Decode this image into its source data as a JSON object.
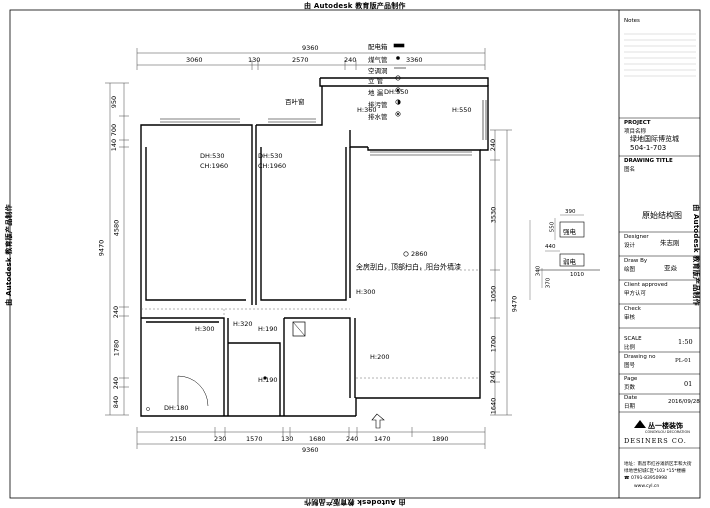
{
  "watermark": "由 Autodesk 教育版产品制作",
  "dims": {
    "top_total": "9360",
    "top_segments": [
      "3060",
      "130",
      "2570",
      "240",
      "3360"
    ],
    "bottom_total": "9360",
    "bottom_segments": [
      "2150",
      "230",
      "1570",
      "130",
      "1680",
      "240",
      "1470",
      "1890"
    ],
    "left_total": "9470",
    "left_segments": [
      "950",
      "700",
      "140",
      "4580",
      "240",
      "1780",
      "240",
      "840"
    ],
    "right_total": "9470",
    "right_segments": [
      "240",
      "3530",
      "1050",
      "1700",
      "240",
      "1640"
    ]
  },
  "room_labels": {
    "baiye": "百叶窗",
    "dh550": "DH:550",
    "h360": "H:360",
    "h550": "H:550",
    "bed1_dh": "DH:530",
    "bed1_ch": "CH:1960",
    "bed2_dh": "DH:530",
    "bed2_ch": "CH:1960",
    "height_mark": "2860",
    "note": "全房刮白，顶部扫白，阳台外墙漆",
    "h300a": "H:300",
    "h300b": "H:300",
    "h320": "H:320",
    "h190a": "H:190",
    "h190b": "H:190",
    "h200": "H:200",
    "dh180": "DH:180"
  },
  "legend": [
    {
      "label": "配电箱",
      "icon": "panel-icon"
    },
    {
      "label": "煤气管",
      "icon": "dot-icon"
    },
    {
      "label": "空调洞",
      "icon": "ac-hole-icon"
    },
    {
      "label": "立  管",
      "icon": "ring-icon"
    },
    {
      "label": "地  漏",
      "icon": "drain-icon"
    },
    {
      "label": "排污管",
      "icon": "half-dot-icon"
    },
    {
      "label": "排水管",
      "icon": "ring-dot-icon"
    }
  ],
  "detail": {
    "w390": "390",
    "h550": "550",
    "label_strong": "强电",
    "w440": "440",
    "label_weak": "弱电",
    "w1010": "1010",
    "h340": "340",
    "h370": "370"
  },
  "title_block": {
    "notes": "Notes",
    "project_en": "PROJECT",
    "project_cn": "项目名称",
    "project_name": "绿地国际博览城",
    "unit": "504-1-703",
    "drawing_title_en": "DRAWING TITLE",
    "drawing_title_cn": "图名",
    "drawing_name": "原始结构图",
    "designer_en": "Designer",
    "designer_cn": "设计",
    "designer_name": "朱志刚",
    "draw_by_en": "Draw By",
    "draw_by_cn": "绘图",
    "draw_by_name": "亚焱",
    "client_en": "Client approved",
    "client_cn": "甲方认可",
    "check_en": "Check",
    "check_cn": "审核",
    "scale_en": "SCALE",
    "scale_cn": "比例",
    "scale_value": "1:50",
    "drawing_no_en": "Drawing no",
    "drawing_no_cn": "图号",
    "drawing_no_value": "PL-01",
    "page_en": "Page",
    "page_cn": "页数",
    "page_value": "01",
    "date_en": "Date",
    "date_cn": "日期",
    "date_value": "2016/09/28",
    "company_cn": "丛一楼装饰",
    "company_en": "CONGYILOU DECORATION",
    "designers": "DESINERS CO.",
    "address1": "地址：南昌市红谷滩新区丰和大街",
    "address2": "绿地世纪城C区*103 *15*楼栅",
    "phone": "☎ 0791-83950998",
    "web": "www.cyl.cn"
  },
  "colors": {
    "line": "#000000",
    "thin": "#333333",
    "dim_line": "#444444",
    "grid": "#999999"
  }
}
